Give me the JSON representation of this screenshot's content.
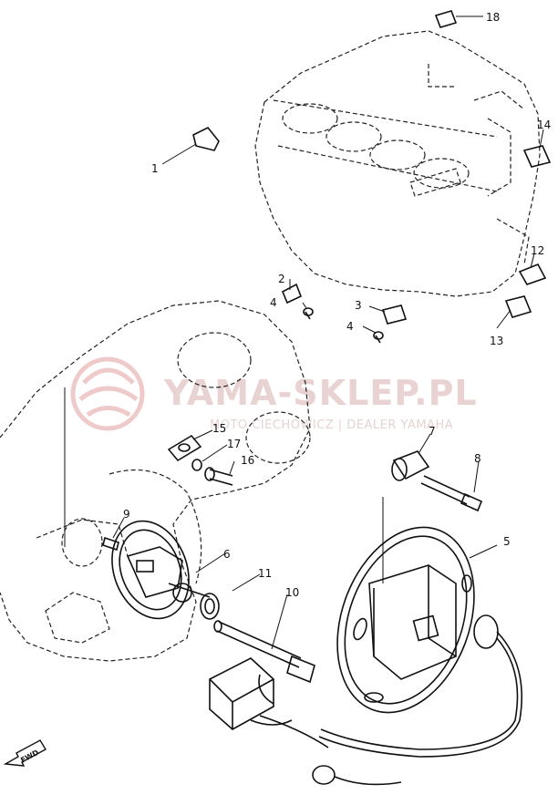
{
  "watermark": {
    "brand": "YAMA-SKLEP.PL",
    "tagline": "MOTO CIECHOWICZ | DEALER YAMAHA"
  },
  "direction_marker": "FWD",
  "callouts": [
    "1",
    "2",
    "3",
    "4",
    "4",
    "5",
    "6",
    "7",
    "8",
    "9",
    "10",
    "11",
    "12",
    "13",
    "14",
    "15",
    "16",
    "17",
    "18"
  ]
}
